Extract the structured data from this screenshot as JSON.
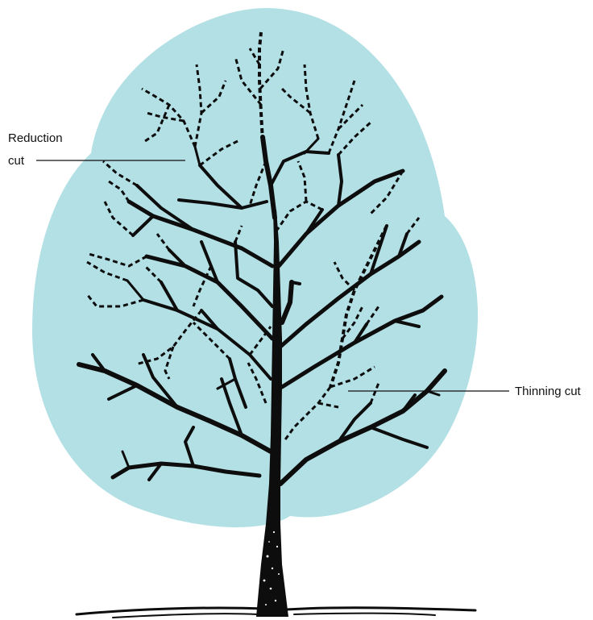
{
  "colors": {
    "canopy": "#b3e0e5",
    "ink": "#0d0d0d"
  },
  "labels": {
    "reduction_cut_line1": "Reduction",
    "reduction_cut_line2": "cut",
    "thinning_cut": "Thinning cut"
  }
}
